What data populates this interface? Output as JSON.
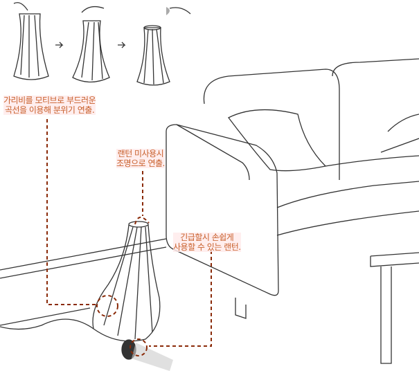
{
  "annotations": [
    {
      "line1": "가리비를 모티브로 부드러운",
      "line2": "곡선을 이용해 분위기 연출."
    },
    {
      "line1": "랜턴 미사용시",
      "line2": "조명으로 연출."
    },
    {
      "line1": "긴급할시 손쉽게",
      "line2": "사용할 수 있는 랜턴."
    }
  ],
  "colors": {
    "annotation": "#c8602c",
    "leader": "#8a2a08",
    "line": "#333333"
  }
}
